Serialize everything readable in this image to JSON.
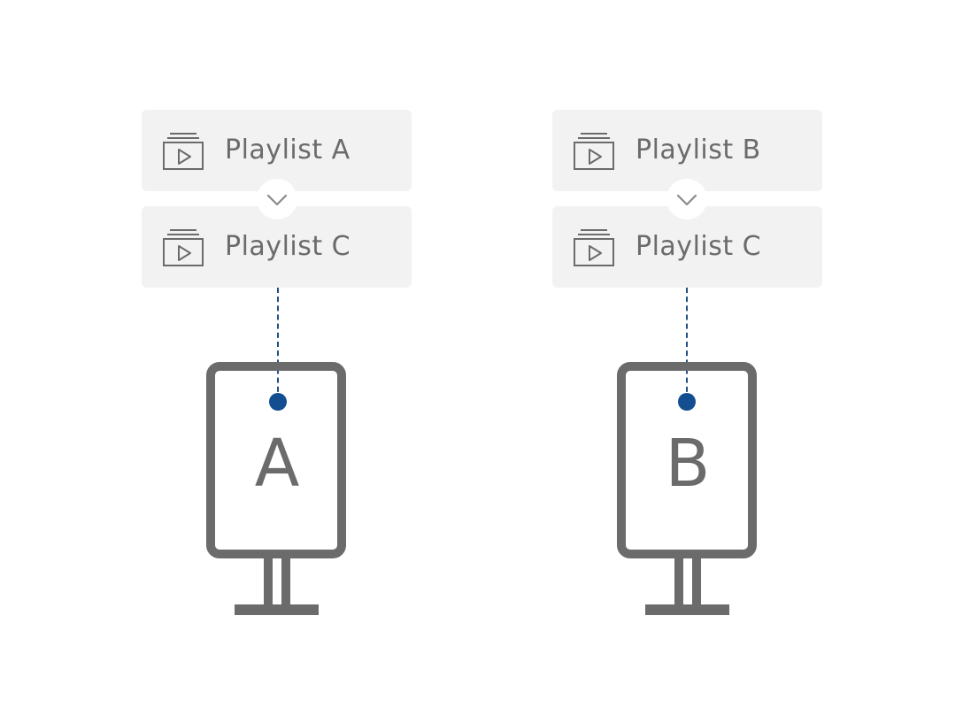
{
  "colors": {
    "card_bg": "#f2f2f2",
    "text": "#6b6b6b",
    "accent": "#124e90"
  },
  "groups": [
    {
      "playlists": [
        "Playlist A",
        "Playlist C"
      ],
      "display_letter": "A"
    },
    {
      "playlists": [
        "Playlist B",
        "Playlist C"
      ],
      "display_letter": "B"
    }
  ]
}
